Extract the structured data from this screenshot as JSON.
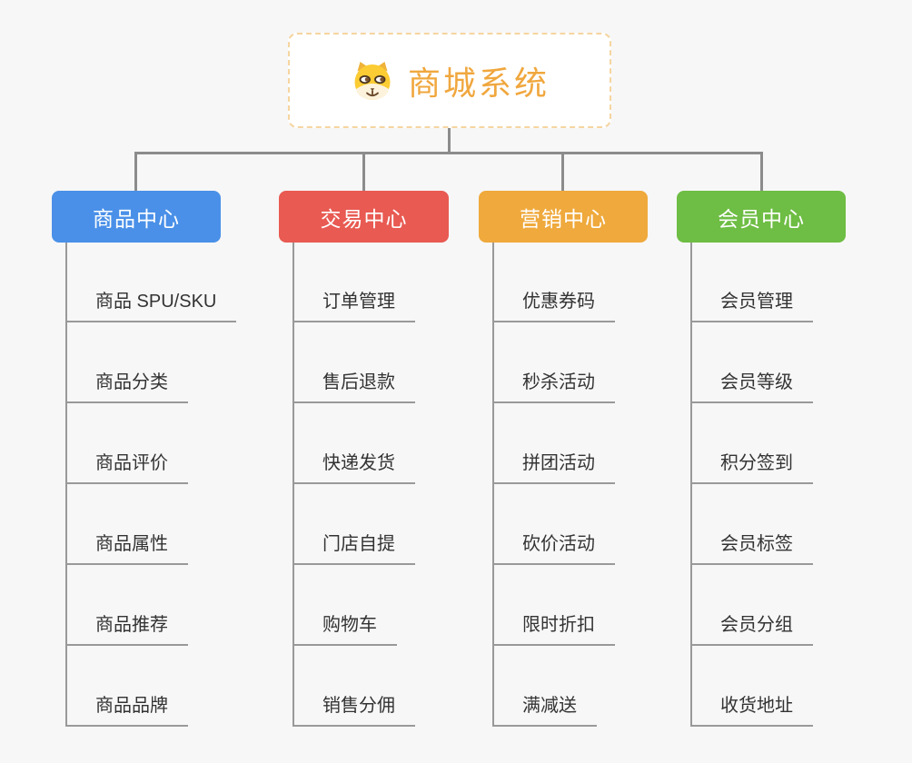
{
  "canvas": {
    "background": "#f7f7f7",
    "connector_color": "#8c8c8c",
    "branch_line_color": "#999999",
    "item_text_color": "#333333"
  },
  "root": {
    "label": "商城系统",
    "icon": "dog-face-icon",
    "text_color": "#f0a73e",
    "fill": "#ffffff",
    "border_color": "#f6d5a0"
  },
  "branches": [
    {
      "label": "商品中心",
      "color": "#4a90e8",
      "children": [
        "商品 SPU/SKU",
        "商品分类",
        "商品评价",
        "商品属性",
        "商品推荐",
        "商品品牌"
      ]
    },
    {
      "label": "交易中心",
      "color": "#e85a52",
      "children": [
        "订单管理",
        "售后退款",
        "快递发货",
        "门店自提",
        "购物车",
        "销售分佣"
      ]
    },
    {
      "label": "营销中心",
      "color": "#efa93c",
      "children": [
        "优惠券码",
        "秒杀活动",
        "拼团活动",
        "砍价活动",
        "限时折扣",
        "满减送"
      ]
    },
    {
      "label": "会员中心",
      "color": "#6ebd44",
      "children": [
        "会员管理",
        "会员等级",
        "积分签到",
        "会员标签",
        "会员分组",
        "收货地址"
      ]
    }
  ]
}
